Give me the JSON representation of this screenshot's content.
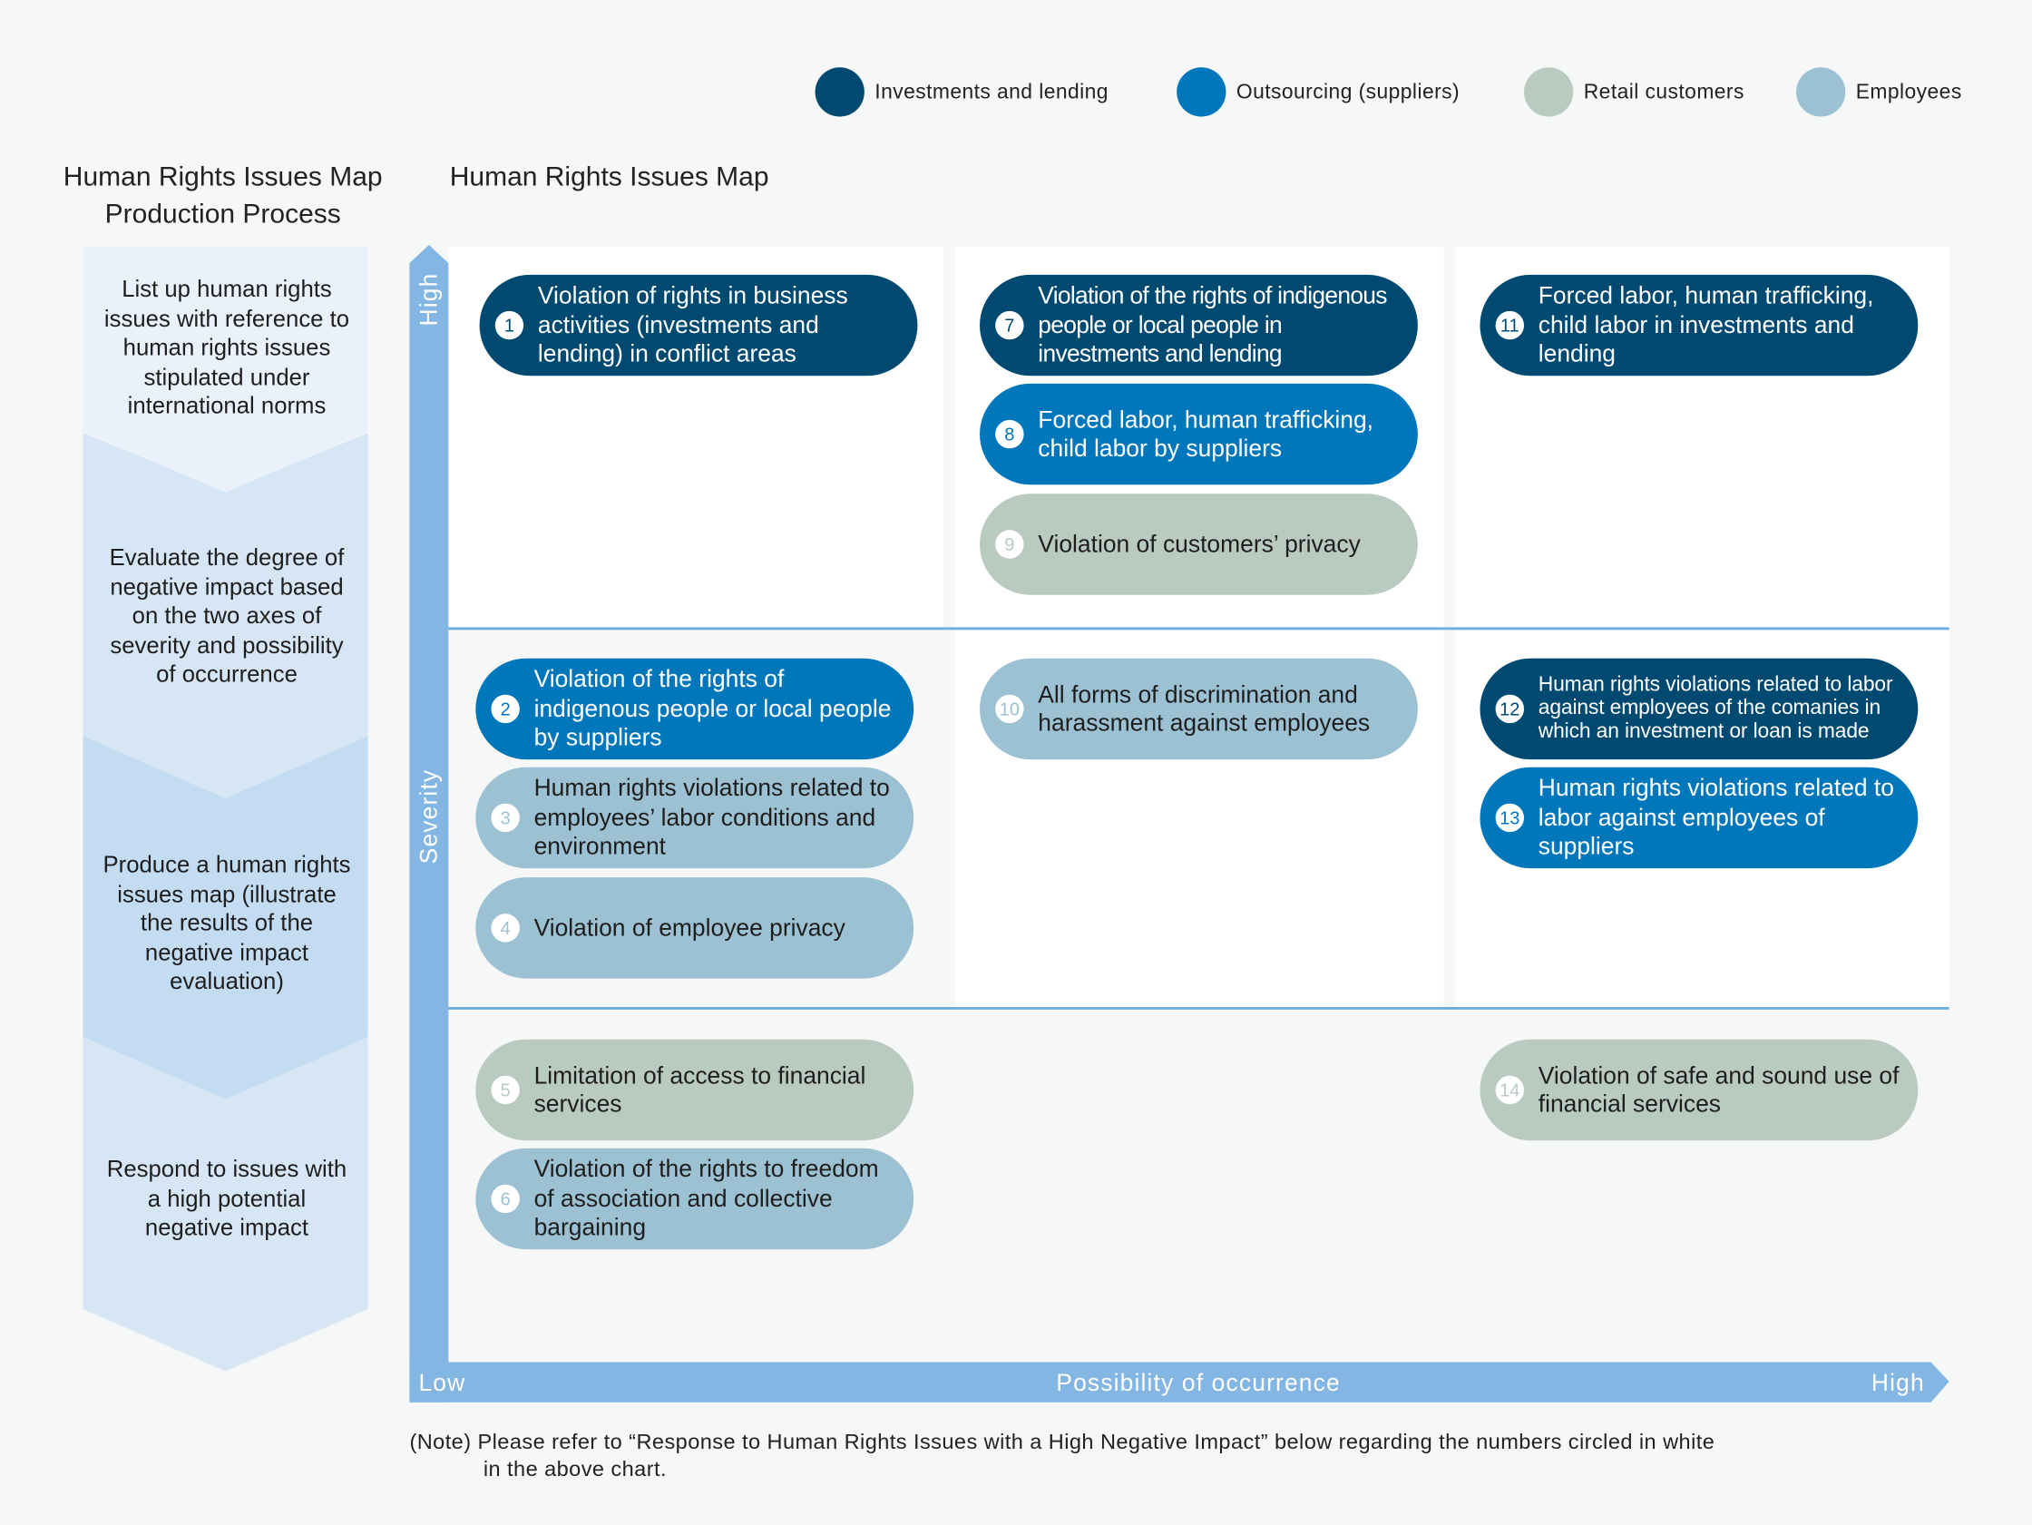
{
  "legend": [
    {
      "label": "Investments and lending",
      "color": "#004a72"
    },
    {
      "label": "Outsourcing (suppliers)",
      "color": "#0077bb"
    },
    {
      "label": "Retail customers",
      "color": "#b9cac1"
    },
    {
      "label": "Employees",
      "color": "#9cc1d3"
    }
  ],
  "process": {
    "title_line1": "Human Rights Issues Map",
    "title_line2": "Production Process",
    "steps": [
      "List up human rights issues with reference to human rights issues stipulated under international norms",
      "Evaluate the degree of negative impact based on the two axes of severity and possibility\nof occurrence",
      "Produce a human rights issues map (illustrate the results of the negative impact evaluation)",
      "Respond to issues with a high potential negative impact"
    ]
  },
  "map": {
    "title": "Human Rights Issues Map",
    "y_axis": {
      "label": "Severity",
      "high": "High"
    },
    "x_axis": {
      "label": "Possibility of occurrence",
      "low": "Low",
      "high": "High"
    },
    "issues": [
      {
        "num": "1",
        "text": "Violation of rights in business activities (investments and lending) in conflict areas",
        "category": "Investments and lending"
      },
      {
        "num": "2",
        "text": "Violation of the rights of indigenous people or local people by suppliers",
        "category": "Outsourcing (suppliers)"
      },
      {
        "num": "3",
        "text": "Human rights violations related to employees’ labor conditions and environment",
        "category": "Employees"
      },
      {
        "num": "4",
        "text": "Violation of employee privacy",
        "category": "Employees"
      },
      {
        "num": "5",
        "text": "Limitation of access to financial services",
        "category": "Retail customers"
      },
      {
        "num": "6",
        "text": "Violation of the rights to freedom of association and collective bargaining",
        "category": "Employees"
      },
      {
        "num": "7",
        "text": "Violation of the rights of indigenous people or local people in investments and lending",
        "category": "Investments and lending"
      },
      {
        "num": "8",
        "text": "Forced labor, human trafficking, child labor by suppliers",
        "category": "Outsourcing (suppliers)"
      },
      {
        "num": "9",
        "text": "Violation of customers’ privacy",
        "category": "Retail customers"
      },
      {
        "num": "10",
        "text": "All forms of discrimination and harassment against employees",
        "category": "Employees"
      },
      {
        "num": "11",
        "text": "Forced labor, human trafficking, child labor in investments and lending",
        "category": "Investments and lending"
      },
      {
        "num": "12",
        "text": "Human rights violations related to labor against employees of the comanies in which an investment or loan is made",
        "category": "Investments and lending"
      },
      {
        "num": "13",
        "text": "Human rights violations related to labor against employees of suppliers",
        "category": "Outsourcing (suppliers)"
      },
      {
        "num": "14",
        "text": "Violation of safe and sound use of financial services",
        "category": "Retail customers"
      }
    ]
  },
  "note_line1": "(Note) Please refer to “Response to Human Rights Issues with a High Negative Impact” below regarding the numbers circled in white",
  "note_line2": "in the above chart."
}
